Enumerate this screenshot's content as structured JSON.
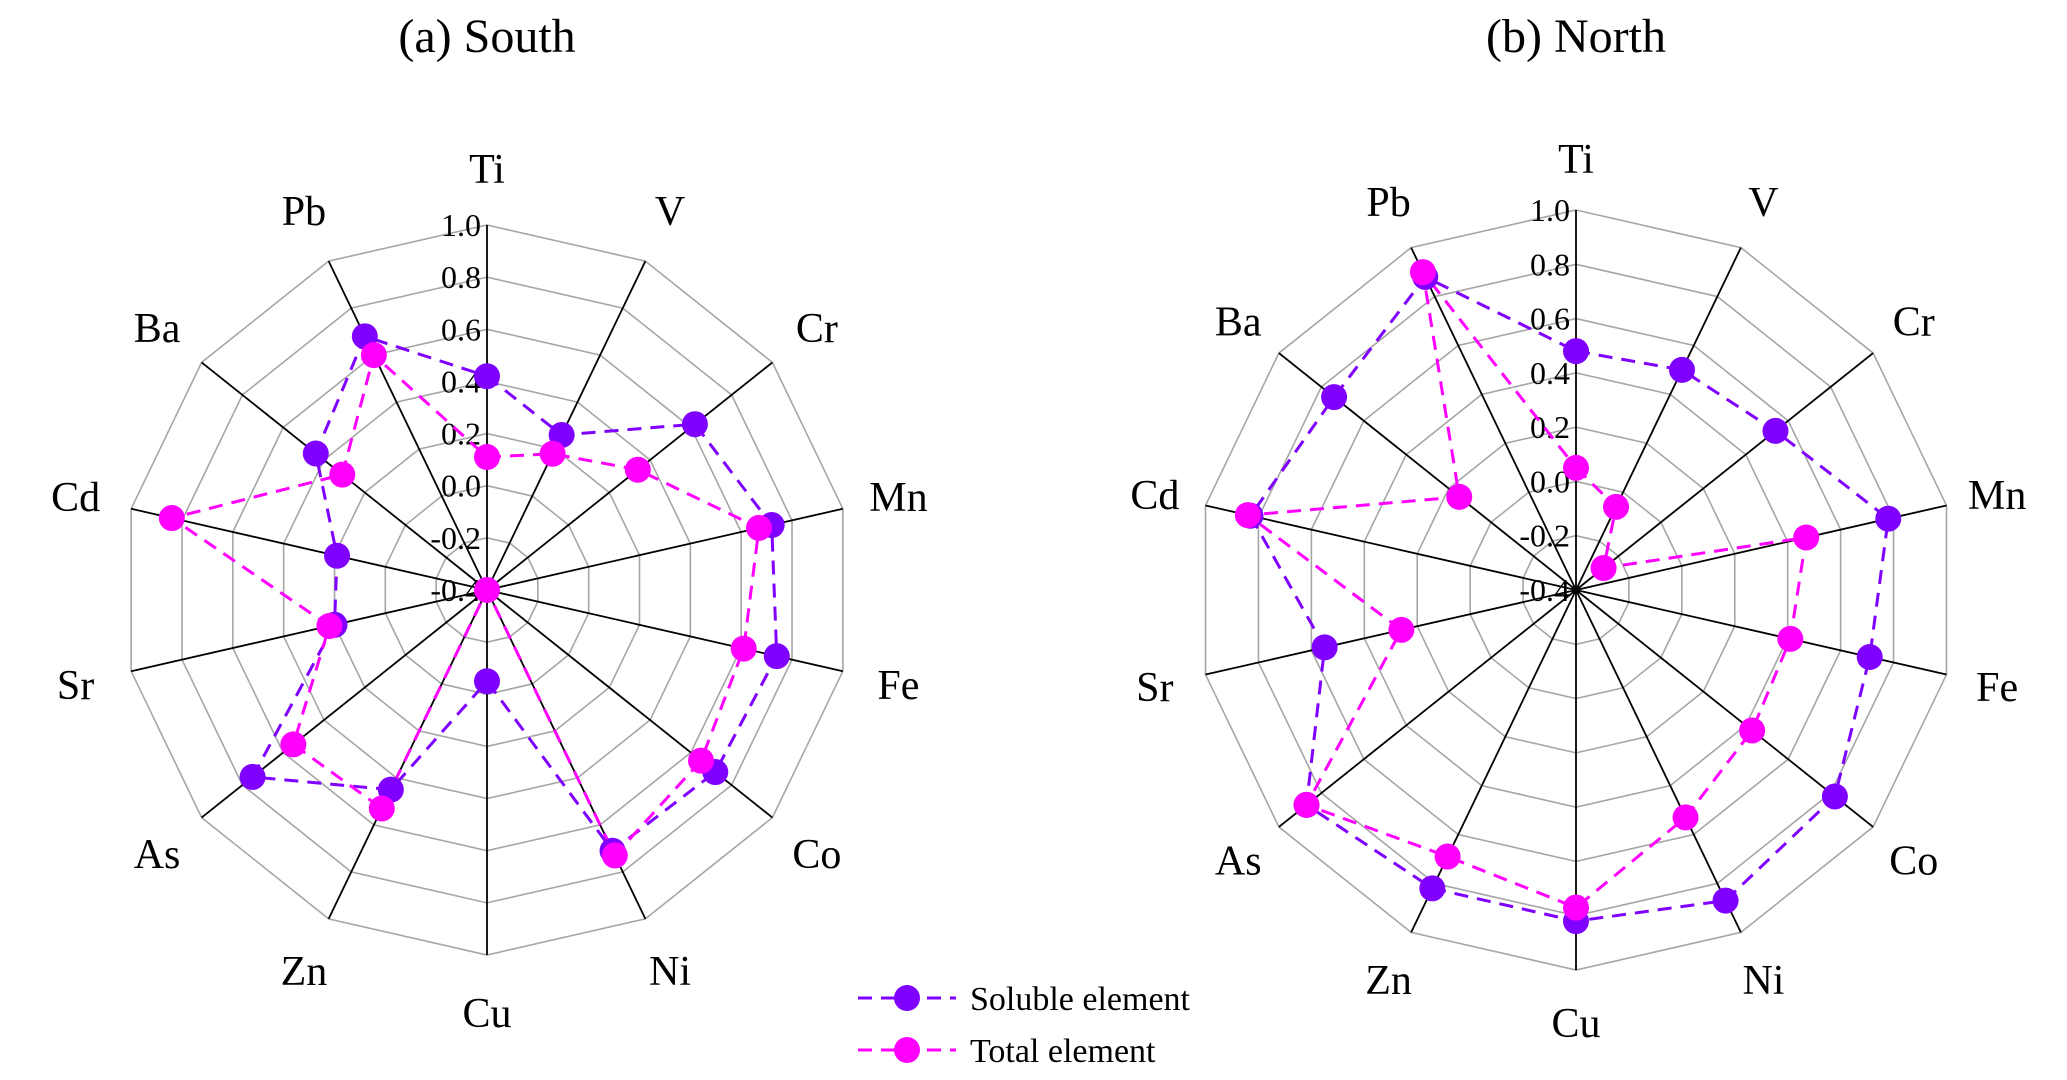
{
  "colors": {
    "soluble": "#7f00ff",
    "total": "#ff00ff",
    "grid": "#a6a6a6",
    "spoke": "#000000"
  },
  "legend": {
    "soluble_label": "Soluble element",
    "total_label": "Total element"
  },
  "chart_data": [
    {
      "type": "radar",
      "title": "(a) South",
      "axes": [
        "Ti",
        "V",
        "Cr",
        "Mn",
        "Fe",
        "Co",
        "Ni",
        "Cu",
        "Zn",
        "As",
        "Sr",
        "Cd",
        "Ba",
        "Pb"
      ],
      "r_range": [
        -0.4,
        1.0
      ],
      "r_ticks": [
        -0.4,
        -0.2,
        0.0,
        0.2,
        0.4,
        0.6,
        0.8,
        1.0
      ],
      "r_tick_labels": [
        "-0.4",
        "-0.2",
        "0.0",
        "0.2",
        "0.4",
        "0.6",
        "0.8",
        "1.0"
      ],
      "series": [
        {
          "name": "Soluble element",
          "values": [
            0.42,
            0.26,
            0.62,
            0.72,
            0.74,
            0.72,
            0.71,
            -0.05,
            0.45,
            0.75,
            0.2,
            0.19,
            0.44,
            0.68
          ]
        },
        {
          "name": "Total element",
          "values": [
            0.11,
            0.18,
            0.34,
            0.67,
            0.61,
            0.65,
            0.73,
            -0.4,
            0.53,
            0.55,
            0.22,
            0.84,
            0.31,
            0.6
          ]
        }
      ]
    },
    {
      "type": "radar",
      "title": "(b) North",
      "axes": [
        "Ti",
        "V",
        "Cr",
        "Mn",
        "Fe",
        "Co",
        "Ni",
        "Cu",
        "Zn",
        "As",
        "Sr",
        "Cd",
        "Ba",
        "Pb"
      ],
      "r_range": [
        -0.4,
        1.0
      ],
      "r_ticks": [
        -0.4,
        -0.2,
        0.0,
        0.2,
        0.4,
        0.6,
        0.8,
        1.0
      ],
      "r_tick_labels": [
        "-0.4",
        "-0.2",
        "0.0",
        "0.2",
        "0.4",
        "0.6",
        "0.8",
        "1.0"
      ],
      "series": [
        {
          "name": "Soluble element",
          "values": [
            0.48,
            0.5,
            0.54,
            0.78,
            0.71,
            0.82,
            0.87,
            0.82,
            0.82,
            0.87,
            0.55,
            0.83,
            0.74,
            0.88
          ]
        },
        {
          "name": "Total element",
          "values": [
            0.05,
            -0.06,
            -0.27,
            0.47,
            0.41,
            0.43,
            0.53,
            0.77,
            0.69,
            0.87,
            0.26,
            0.84,
            0.15,
            0.9
          ]
        }
      ]
    }
  ]
}
